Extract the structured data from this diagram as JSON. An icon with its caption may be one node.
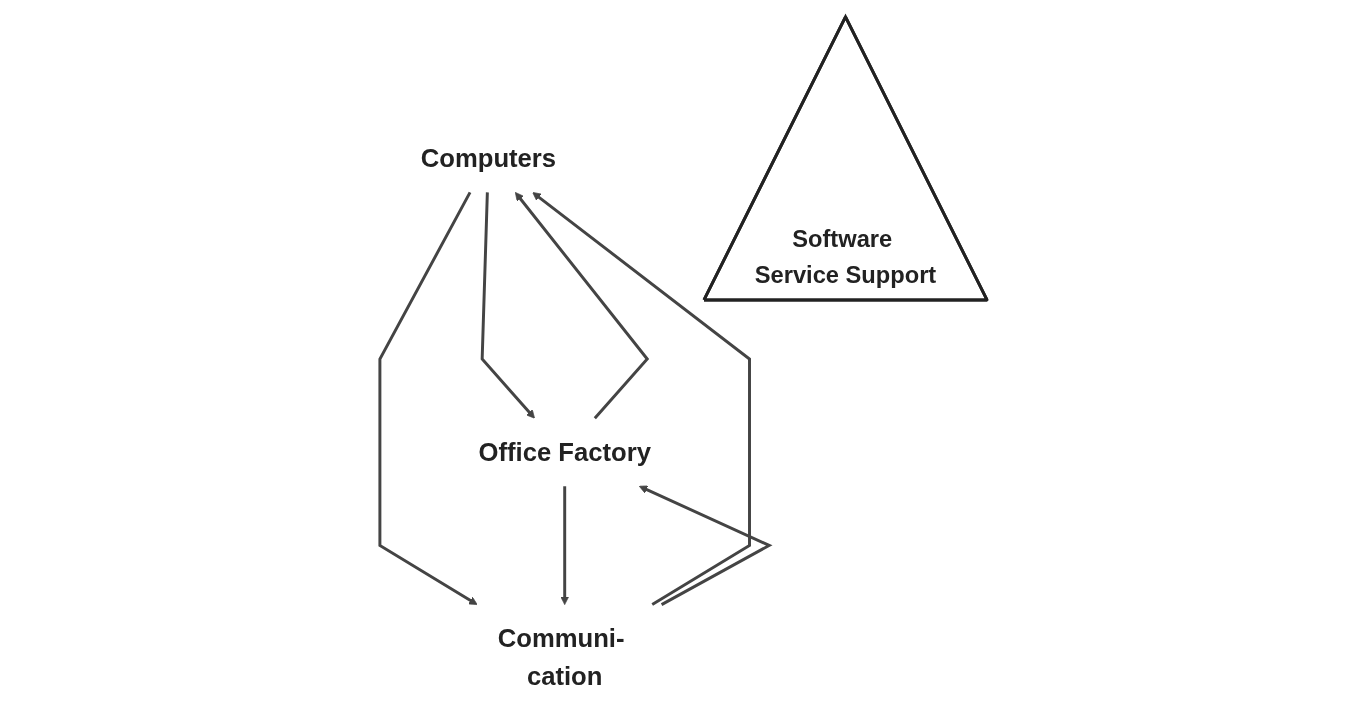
{
  "diagram": {
    "nodes": [
      {
        "text": [
          "Computers"
        ]
      },
      {
        "text": [
          "Software Service Support"
        ]
      },
      {
        "text": [
          "Office Factory"
        ]
      },
      {
        "text": [
          "Communi- cation"
        ]
      }
    ],
    "edges": [
      {
        "from": 0,
        "to": 2,
        "arrow": "to"
      },
      {
        "from": 0,
        "to": 3,
        "arrow": "to"
      },
      {
        "from": 2,
        "to": 0,
        "arrow": "to"
      },
      {
        "from": 3,
        "to": 0,
        "arrow": "to"
      },
      {
        "from": 2,
        "to": 3,
        "arrow": "to"
      },
      {
        "from": 3,
        "to": 2,
        "arrow": "to"
      }
    ]
  }
}
